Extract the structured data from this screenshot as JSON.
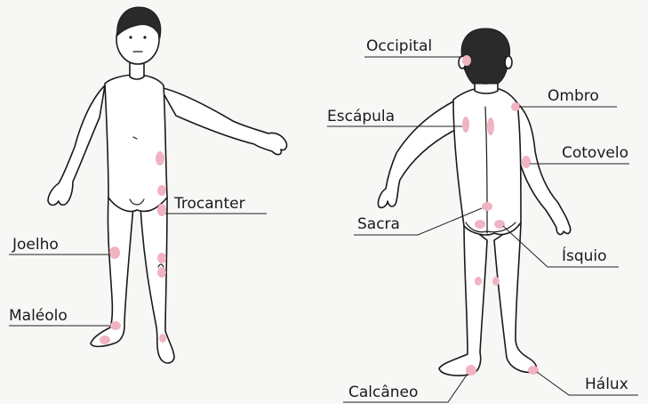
{
  "colors": {
    "pressure_spot": "#f0b3c2",
    "outline": "#1a1a1a",
    "background": "#f7f7f5"
  },
  "labels": {
    "trocanter": "Trocanter",
    "joelho": "Joelho",
    "maleolo": "Maléolo",
    "occipital": "Occipital",
    "ombro": "Ombro",
    "escapula": "Escápula",
    "cotovelo": "Cotovelo",
    "sacra": "Sacra",
    "isquio": "Ísquio",
    "calcaneo": "Calcâneo",
    "halux": "Hálux"
  }
}
